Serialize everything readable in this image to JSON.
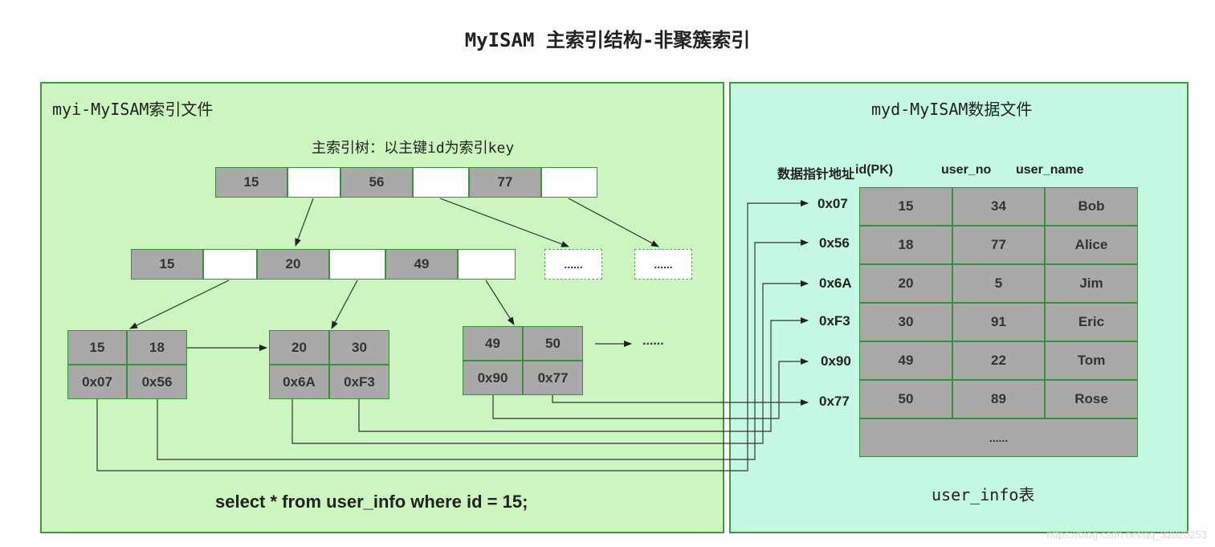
{
  "title": "MyISAM 主索引结构-非聚簇索引",
  "index_file": {
    "label": "myi-MyISAM索引文件",
    "tree_label": "主索引树：以主键id为索引key",
    "root_keys": [
      "15",
      "56",
      "77"
    ],
    "internal_keys": [
      "15",
      "20",
      "49"
    ],
    "placeholder": "......",
    "leaves": [
      {
        "keys": [
          "15",
          "18"
        ],
        "pointers": [
          "0x07",
          "0x56"
        ]
      },
      {
        "keys": [
          "20",
          "30"
        ],
        "pointers": [
          "0x6A",
          "0xF3"
        ]
      },
      {
        "keys": [
          "49",
          "50"
        ],
        "pointers": [
          "0x90",
          "0x77"
        ]
      }
    ],
    "leaf_continuation": "......",
    "query": "select  * from user_info  where id = 15;"
  },
  "data_file": {
    "label": "myd-MyISAM数据文件",
    "headers": [
      "数据指针地址",
      "id(PK)",
      "user_no",
      "user_name"
    ],
    "addresses": [
      "0x07",
      "0x56",
      "0x6A",
      "0xF3",
      "0x90",
      "0x77"
    ],
    "rows": [
      [
        "15",
        "34",
        "Bob"
      ],
      [
        "18",
        "77",
        "Alice"
      ],
      [
        "20",
        "5",
        "Jim"
      ],
      [
        "30",
        "91",
        "Eric"
      ],
      [
        "49",
        "22",
        "Tom"
      ],
      [
        "50",
        "89",
        "Rose"
      ]
    ],
    "more": "......",
    "table_name": "user_info表"
  },
  "watermark": "https://blog.csdn.net/qq_32020253"
}
